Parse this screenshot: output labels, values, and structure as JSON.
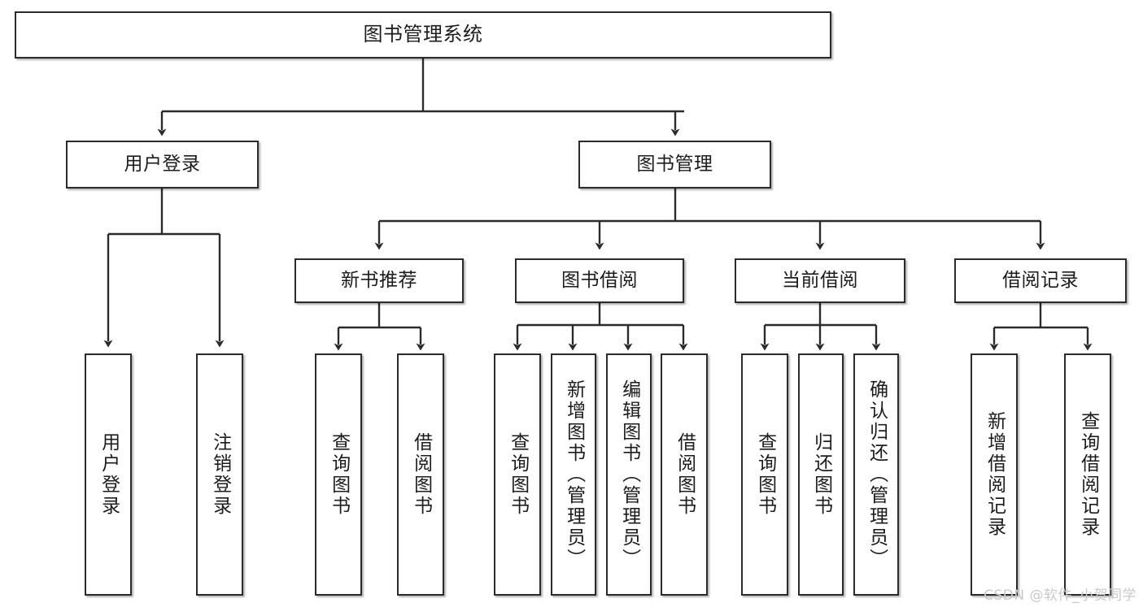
{
  "diagram": {
    "title": "图书管理系统",
    "type": "tree-hierarchy-diagram",
    "orientation": "top-down",
    "line_color": "#2b2b2b",
    "box_fill": "#ffffff",
    "text_color": "#1c1c1c"
  },
  "nodes": {
    "root": {
      "label": "图书管理系统"
    },
    "level2": [
      {
        "label": "用户登录"
      },
      {
        "label": "图书管理"
      }
    ],
    "level3": [
      {
        "label": "新书推荐"
      },
      {
        "label": "图书借阅"
      },
      {
        "label": "当前借阅"
      },
      {
        "label": "借阅记录"
      }
    ],
    "leaves": {
      "user_login": [
        {
          "label": "用户登录"
        },
        {
          "label": "注销登录"
        }
      ],
      "new_book": [
        {
          "label": "查询图书"
        },
        {
          "label": "借阅图书"
        }
      ],
      "borrow_book": [
        {
          "label": "查询图书"
        },
        {
          "label": "新增图书（管理员）"
        },
        {
          "label": "编辑图书（管理员）"
        },
        {
          "label": "借阅图书"
        }
      ],
      "current_borrow": [
        {
          "label": "查询图书"
        },
        {
          "label": "归还图书"
        },
        {
          "label": "确认归还（管理员）"
        }
      ],
      "borrow_record": [
        {
          "label": "新增借阅记录"
        },
        {
          "label": "查询借阅记录"
        }
      ]
    }
  },
  "watermark": {
    "text": "CSDN @软件_小贺同学",
    "color": "#c9c9c9"
  }
}
